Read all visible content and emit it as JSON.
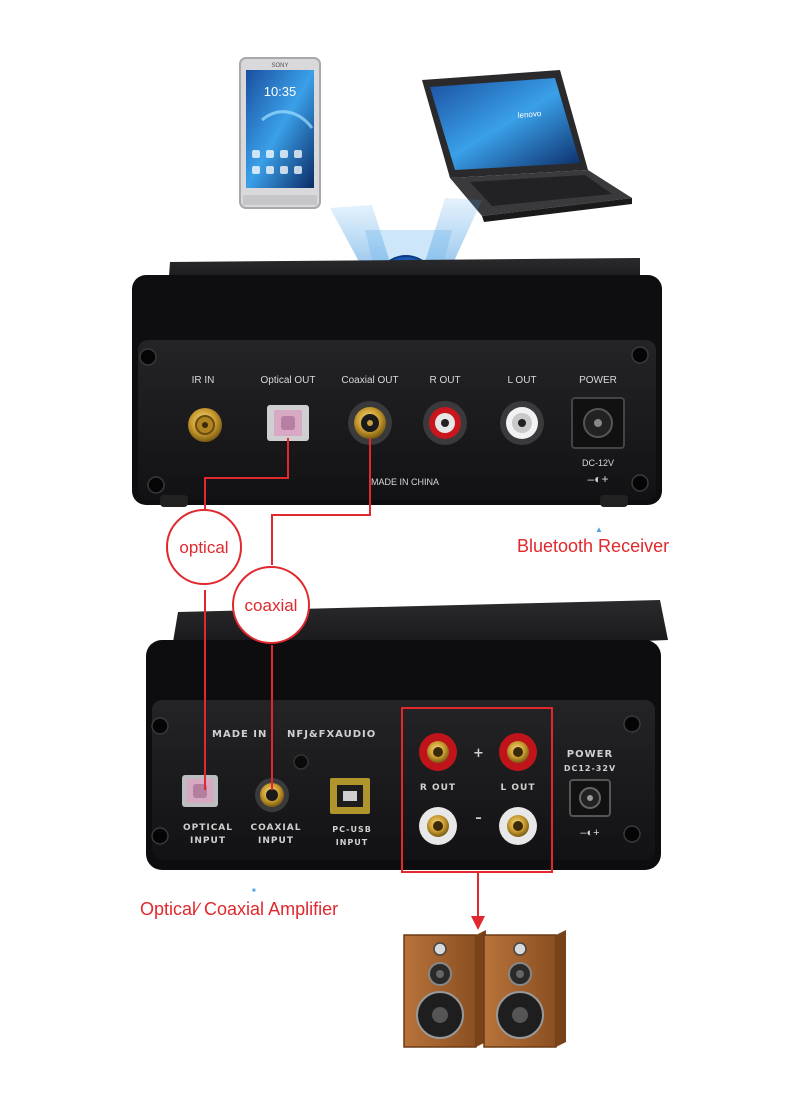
{
  "phone": {
    "time": "10:35",
    "brand": "SONY"
  },
  "laptop": {
    "brand": "lenovo"
  },
  "bluetooth_device": {
    "ports": {
      "ir_in": "IR IN",
      "optical_out": "Optical OUT",
      "coaxial_out": "Coaxial OUT",
      "r_out": "R OUT",
      "l_out": "L OUT",
      "power": "POWER"
    },
    "dc_rating": "DC-12V",
    "polarity": "–◐+",
    "made_in": "MADE IN CHINA",
    "caption": "Bluetooth Receiver"
  },
  "callouts": {
    "optical": "optical",
    "coaxial": "coaxial"
  },
  "amplifier": {
    "made_in": "MADE IN",
    "brand": "NFJ&FXAUDIO",
    "optical_input": [
      "OPTICAL",
      "INPUT"
    ],
    "coaxial_input": [
      "COAXIAL",
      "INPUT"
    ],
    "usb_input": [
      "PC-USB",
      "INPUT"
    ],
    "r_out": "R OUT",
    "l_out": "L OUT",
    "plus": "+",
    "minus": "–",
    "power": "POWER",
    "dc_rating": "DC12-32V",
    "polarity": "–◐+",
    "caption": "Optical∕ Coaxial Amplifier"
  },
  "colors": {
    "accent_red": "#e0282d",
    "bluetooth_blue": "#1565c0",
    "chassis": "#1c1c1e"
  }
}
